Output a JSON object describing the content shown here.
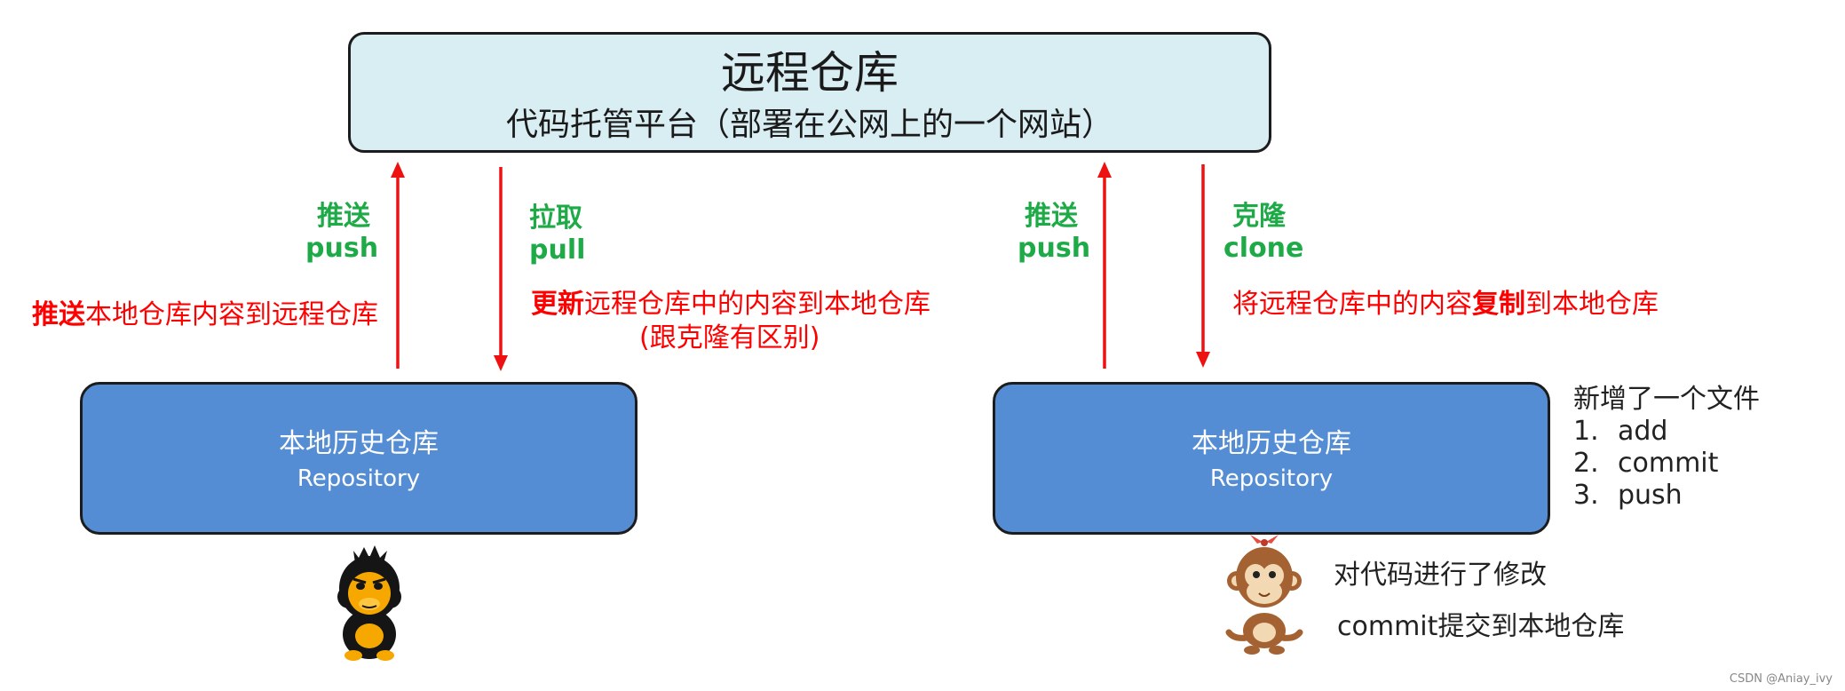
{
  "remote": {
    "title": "远程仓库",
    "subtitle": "代码托管平台（部署在公网上的一个网站）"
  },
  "left": {
    "push_label": "推送",
    "push_label_en": "push",
    "push_desc_bold": "推送",
    "push_desc_rest": "本地仓库内容到远程仓库",
    "pull_label": "拉取",
    "pull_label_en": "pull",
    "pull_desc_bold": "更新",
    "pull_desc_rest": "远程仓库中的内容到本地仓库",
    "pull_desc_note": "(跟克隆有区别)",
    "local_title": "本地历史仓库",
    "local_subtitle": "Repository"
  },
  "right": {
    "push_label": "推送",
    "push_label_en": "push",
    "clone_label": "克隆",
    "clone_label_en": "clone",
    "clone_desc_pre": "将远程仓库中的内容",
    "clone_desc_bold": "复制",
    "clone_desc_post": "到本地仓库",
    "local_title": "本地历史仓库",
    "local_subtitle": "Repository",
    "steps_title": "新增了一个文件",
    "steps": [
      {
        "num": "1.",
        "text": "add"
      },
      {
        "num": "2.",
        "text": "commit"
      },
      {
        "num": "3.",
        "text": "push"
      }
    ],
    "note1": "对代码进行了修改",
    "note2": "commit提交到本地仓库"
  },
  "credit": "CSDN @Aniay_ivy",
  "colors": {
    "arrow": "#ee1111",
    "green": "#1faa48",
    "remote_fill": "#d9eef3",
    "local_fill": "#548dd4"
  }
}
